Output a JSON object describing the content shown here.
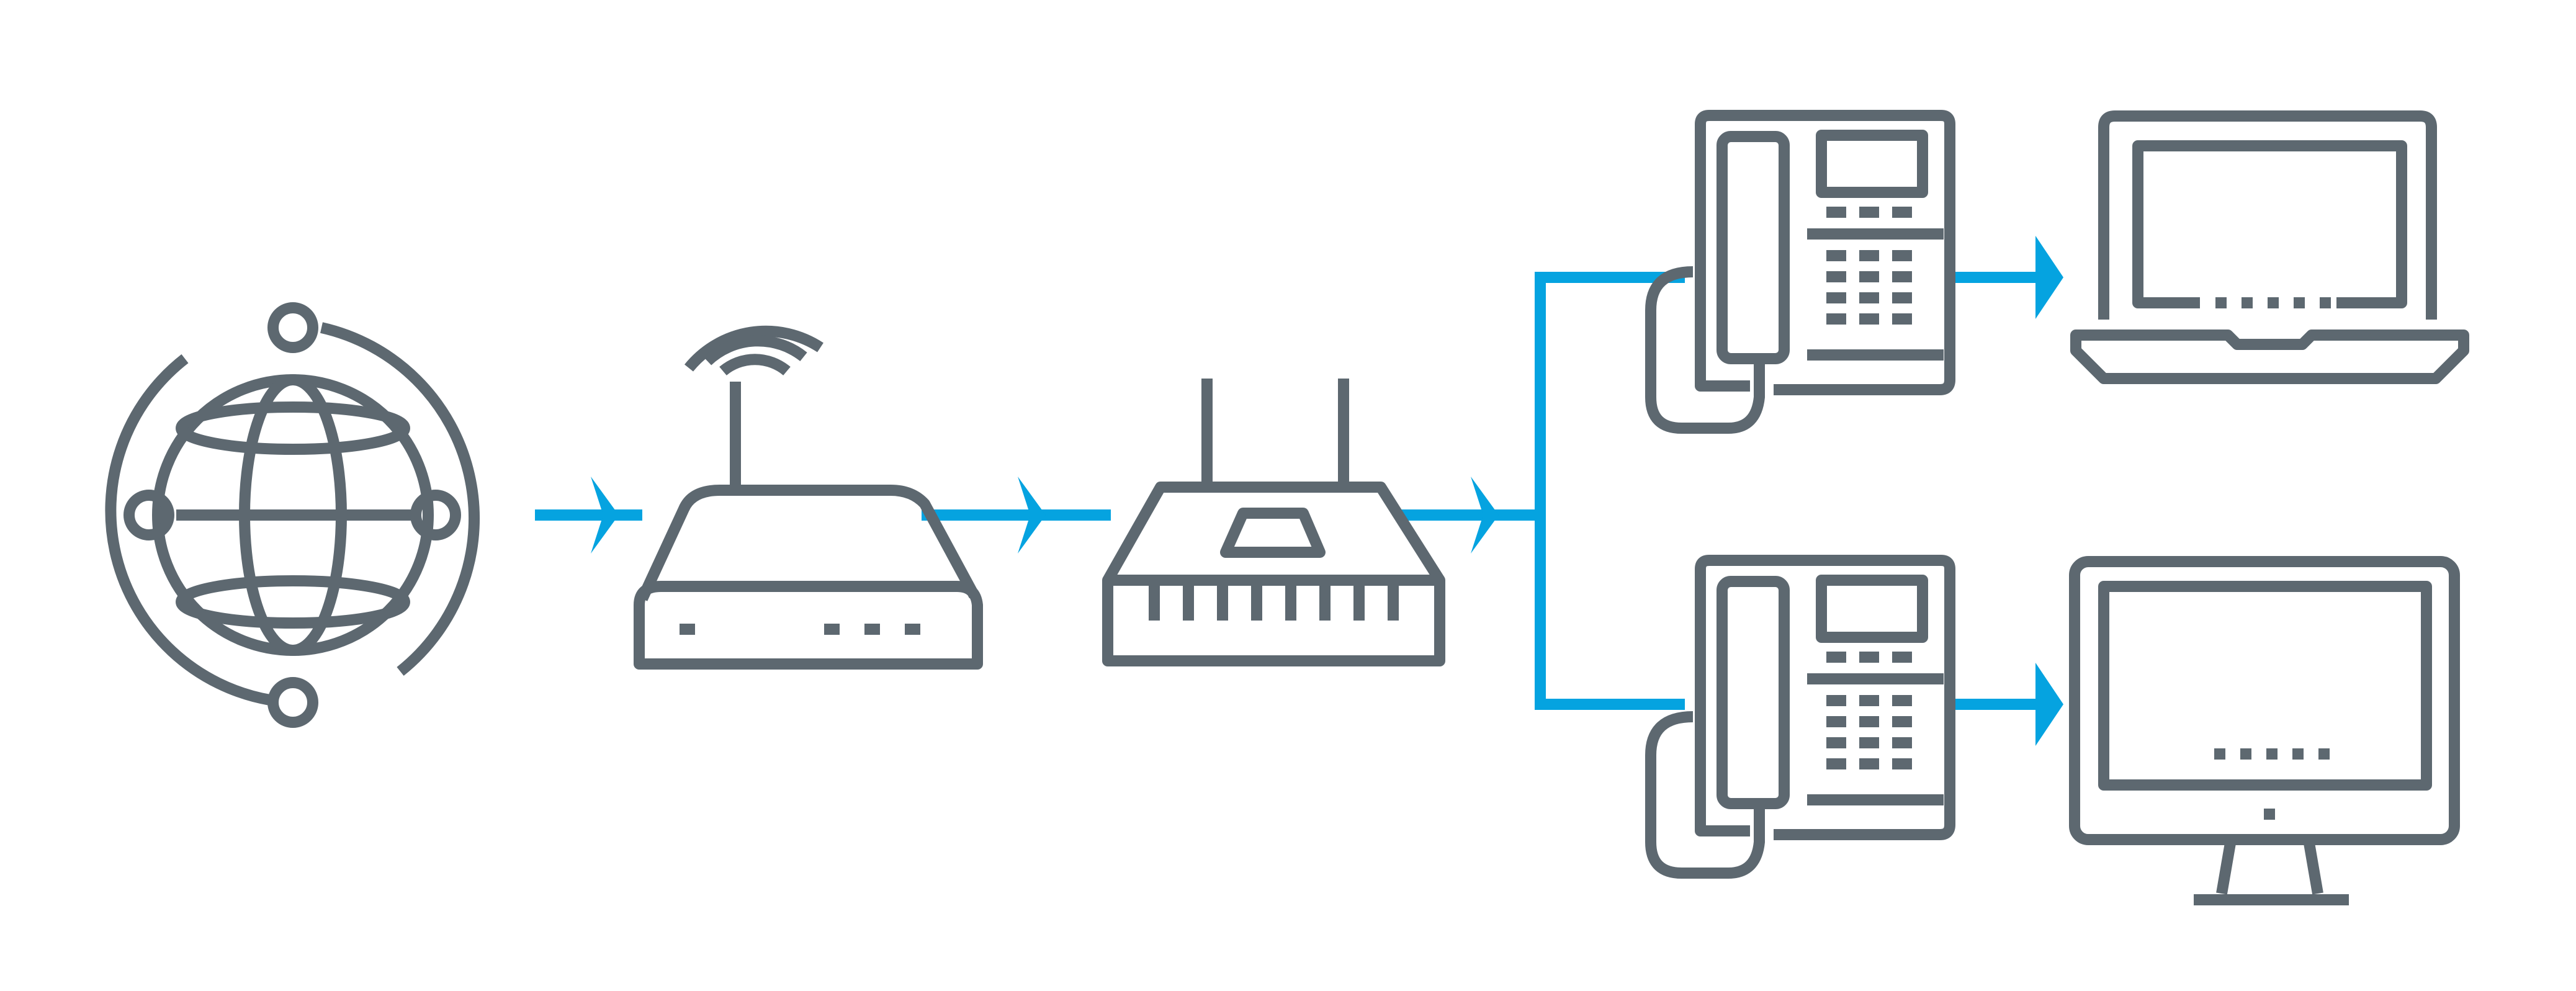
{
  "colors": {
    "device": "#5d6870",
    "connection": "#05a3e0",
    "background": "#ffffff"
  },
  "diagram": {
    "type": "network-topology",
    "flow": "left-to-right",
    "nodes": [
      {
        "id": "internet",
        "icon": "globe-network-icon"
      },
      {
        "id": "wifi-modem",
        "icon": "wireless-router-icon"
      },
      {
        "id": "router",
        "icon": "network-switch-icon"
      },
      {
        "id": "ip-phone-top",
        "icon": "desk-phone-icon"
      },
      {
        "id": "ip-phone-bottom",
        "icon": "desk-phone-icon"
      },
      {
        "id": "laptop",
        "icon": "laptop-icon"
      },
      {
        "id": "desktop",
        "icon": "desktop-monitor-icon"
      }
    ],
    "edges": [
      {
        "from": "internet",
        "to": "wifi-modem"
      },
      {
        "from": "wifi-modem",
        "to": "router"
      },
      {
        "from": "router",
        "to": "ip-phone-top"
      },
      {
        "from": "router",
        "to": "ip-phone-bottom"
      },
      {
        "from": "ip-phone-top",
        "to": "laptop"
      },
      {
        "from": "ip-phone-bottom",
        "to": "desktop"
      }
    ]
  }
}
